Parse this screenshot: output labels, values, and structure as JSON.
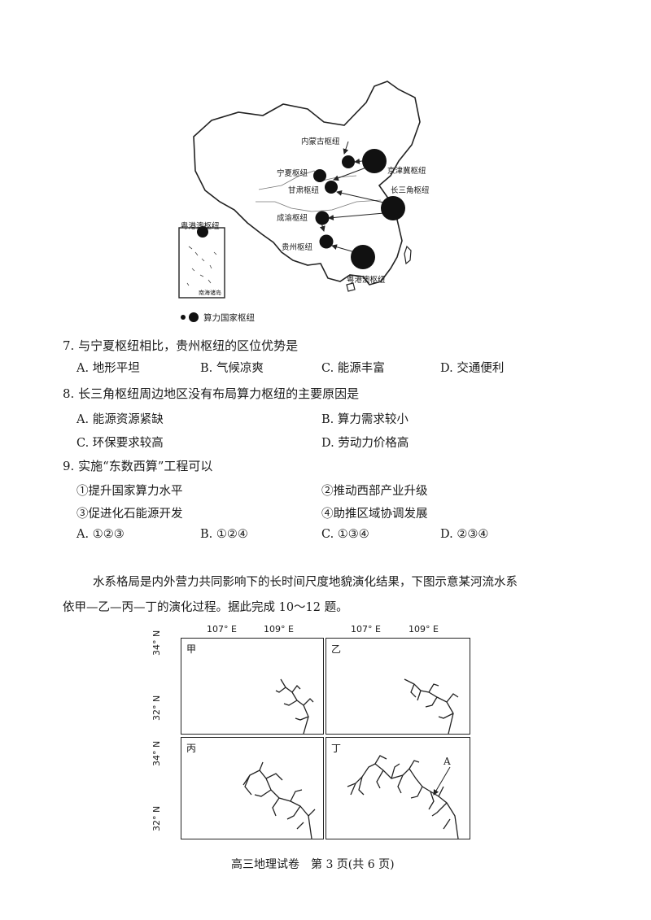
{
  "map": {
    "hubs": [
      {
        "name": "内蒙古枢纽",
        "size": "small"
      },
      {
        "name": "宁夏枢纽",
        "size": "small"
      },
      {
        "name": "京津冀枢纽",
        "size": "large"
      },
      {
        "name": "甘肃枢纽",
        "size": "small"
      },
      {
        "name": "长三角枢纽",
        "size": "large"
      },
      {
        "name": "成渝枢纽",
        "size": "small"
      },
      {
        "name": "贵州枢纽",
        "size": "small"
      },
      {
        "name": "粤港澳枢纽",
        "size": "large"
      }
    ],
    "inset_label": "南海诸岛",
    "legend": "算力国家枢纽"
  },
  "questions": [
    {
      "stem": "7. 与宁夏枢纽相比，贵州枢纽的区位优势是",
      "options": [
        "A. 地形平坦",
        "B. 气候凉爽",
        "C. 能源丰富",
        "D. 交通便利"
      ]
    },
    {
      "stem": "8. 长三角枢纽周边地区没有布局算力枢纽的主要原因是",
      "options": [
        "A. 能源资源紧缺",
        "B. 算力需求较小",
        "C. 环保要求较高",
        "D. 劳动力价格高"
      ]
    },
    {
      "stem": "9. 实施“东数西算”工程可以",
      "statements": [
        "①提升国家算力水平",
        "②推动西部产业升级",
        "③促进化石能源开发",
        "④助推区域协调发展"
      ],
      "options": [
        "A. ①②③",
        "B. ①②④",
        "C. ①③④",
        "D. ②③④"
      ]
    }
  ],
  "passage": {
    "line1": "水系格局是内外营力共同影响下的长时间尺度地貌演化结果，下图示意某河流水系",
    "line2": "依甲—乙—丙—丁的演化过程。据此完成 10～12 题。"
  },
  "river_figure": {
    "lon_ticks": [
      "107° E",
      "109° E"
    ],
    "lat_ticks": [
      "34° N",
      "32° N"
    ],
    "panels": [
      "甲",
      "乙",
      "丙",
      "丁"
    ],
    "marker": "A"
  },
  "footer": "高三地理试卷　第 3 页(共 6 页)"
}
